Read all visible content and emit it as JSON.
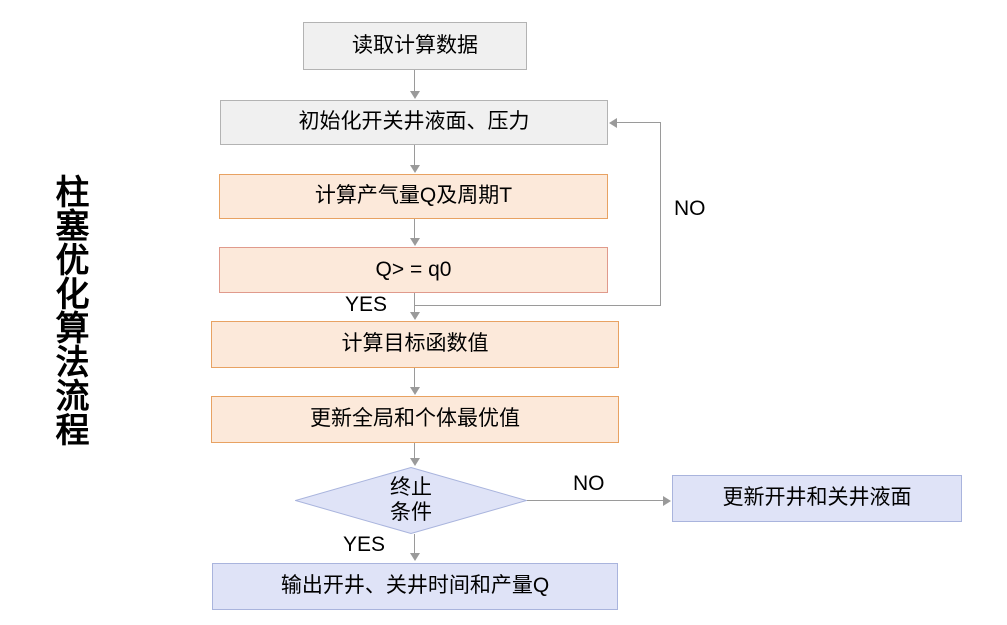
{
  "diagram": {
    "title_vertical": "柱塞优化算法流程",
    "nodes": {
      "read_data": "读取计算数据",
      "init": "初始化开关井液面、压力",
      "calc_q_t": "计算产气量Q及周期T",
      "condition_q": "Q> = q0",
      "objective": "计算目标函数值",
      "update_best": "更新全局和个体最优值",
      "terminate": "终止\n条件",
      "update_levels": "更新开井和关井液面",
      "output": "输出开井、关井时间和产量Q"
    },
    "edge_labels": {
      "no_loop": "NO",
      "yes_q": "YES",
      "no_terminate": "NO",
      "yes_terminate": "YES"
    },
    "colors": {
      "gray_fill": "#f0f0f0",
      "gray_border": "#b3b3b3",
      "orange_fill": "#fce9da",
      "orange_border": "#e8a262",
      "orange_red_border": "#e09a8c",
      "blue_fill": "#dfe3f7",
      "blue_border": "#a9b4dd",
      "connector": "#9a9a9a",
      "text": "#000000",
      "background": "#ffffff"
    }
  }
}
